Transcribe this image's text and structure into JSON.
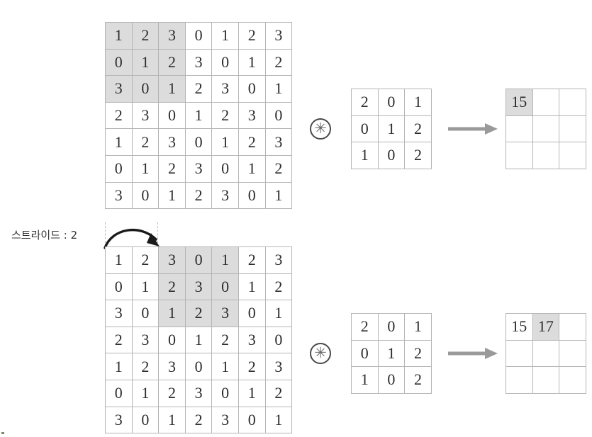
{
  "figure": {
    "title_text": "",
    "stride_label": "스트라이드 : 2",
    "conv_operator_symbol": "✳",
    "colors": {
      "highlight": "#dcdcdc",
      "grid_line": "#b5b5b5",
      "arrow": "#9a9a9a",
      "text": "#2b2b2b",
      "guide_line": "#bdbdbd"
    }
  },
  "top": {
    "input_matrix": {
      "name": "input-feature-map",
      "rows": 7,
      "cols": 7,
      "values": [
        [
          1,
          2,
          3,
          0,
          1,
          2,
          3
        ],
        [
          0,
          1,
          2,
          3,
          0,
          1,
          2
        ],
        [
          3,
          0,
          1,
          2,
          3,
          0,
          1
        ],
        [
          2,
          3,
          0,
          1,
          2,
          3,
          0
        ],
        [
          1,
          2,
          3,
          0,
          1,
          2,
          3
        ],
        [
          0,
          1,
          2,
          3,
          0,
          1,
          2
        ],
        [
          3,
          0,
          1,
          2,
          3,
          0,
          1
        ]
      ],
      "highlight": {
        "row_start": 0,
        "col_start": 0,
        "size": 3
      }
    },
    "kernel_matrix": {
      "name": "convolution-kernel",
      "rows": 3,
      "cols": 3,
      "values": [
        [
          2,
          0,
          1
        ],
        [
          0,
          1,
          2
        ],
        [
          1,
          0,
          2
        ]
      ],
      "highlight": null
    },
    "output_matrix": {
      "name": "output-feature-map",
      "rows": 3,
      "cols": 3,
      "values": [
        [
          "15",
          "",
          ""
        ],
        [
          "",
          "",
          ""
        ],
        [
          "",
          "",
          ""
        ]
      ],
      "highlight": {
        "row_start": 0,
        "col_start": 0,
        "size": 1
      }
    }
  },
  "bottom": {
    "input_matrix": {
      "name": "input-feature-map",
      "rows": 7,
      "cols": 7,
      "values": [
        [
          1,
          2,
          3,
          0,
          1,
          2,
          3
        ],
        [
          0,
          1,
          2,
          3,
          0,
          1,
          2
        ],
        [
          3,
          0,
          1,
          2,
          3,
          0,
          1
        ],
        [
          2,
          3,
          0,
          1,
          2,
          3,
          0
        ],
        [
          1,
          2,
          3,
          0,
          1,
          2,
          3
        ],
        [
          0,
          1,
          2,
          3,
          0,
          1,
          2
        ],
        [
          3,
          0,
          1,
          2,
          3,
          0,
          1
        ]
      ],
      "highlight": {
        "row_start": 0,
        "col_start": 2,
        "size": 3
      }
    },
    "kernel_matrix": {
      "name": "convolution-kernel",
      "rows": 3,
      "cols": 3,
      "values": [
        [
          2,
          0,
          1
        ],
        [
          0,
          1,
          2
        ],
        [
          1,
          0,
          2
        ]
      ],
      "highlight": null
    },
    "output_matrix": {
      "name": "output-feature-map",
      "rows": 3,
      "cols": 3,
      "values": [
        [
          "15",
          "17",
          ""
        ],
        [
          "",
          "",
          ""
        ],
        [
          "",
          "",
          ""
        ]
      ],
      "highlight": {
        "row_start": 0,
        "col_start": 1,
        "size": 1
      }
    }
  }
}
